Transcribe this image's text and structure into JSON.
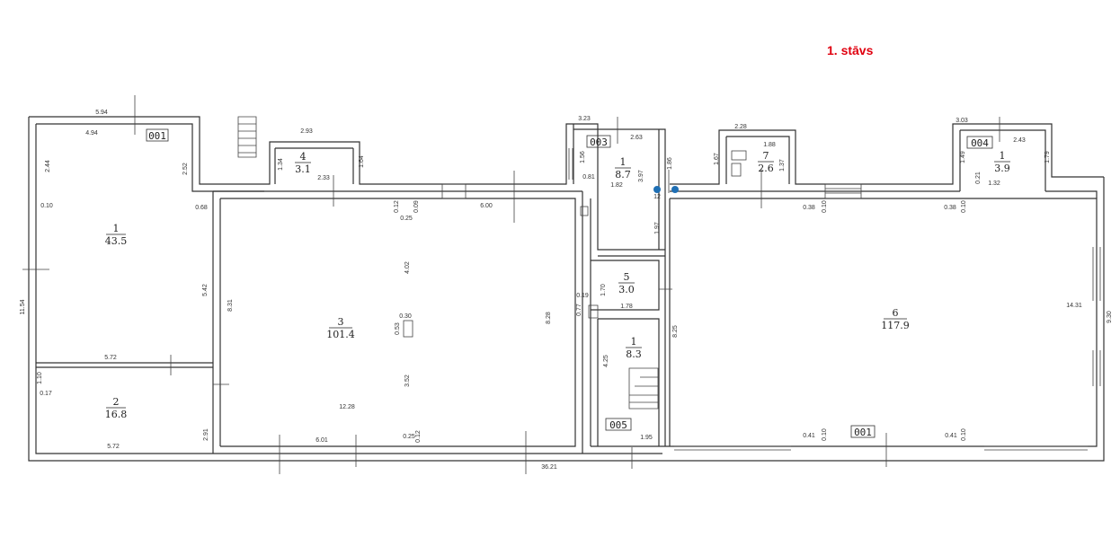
{
  "title": "1. stāvs",
  "colors": {
    "title": "#e0000f",
    "marker": "#1f6fb4",
    "lines": "#333333"
  },
  "rooms": {
    "r1_left": {
      "num": "1",
      "area": "43.5"
    },
    "r2": {
      "num": "2",
      "area": "16.8"
    },
    "r3": {
      "num": "3",
      "area": "101.4"
    },
    "r4": {
      "num": "4",
      "area": "3.1"
    },
    "r1_mid_top": {
      "num": "1",
      "area": "8.7"
    },
    "r5": {
      "num": "5",
      "area": "3.0"
    },
    "r1_mid_bottom": {
      "num": "1",
      "area": "8.3"
    },
    "r7": {
      "num": "7",
      "area": "2.6"
    },
    "r1_right": {
      "num": "1",
      "area": "3.9"
    },
    "r6": {
      "num": "6",
      "area": "117.9"
    }
  },
  "tags": {
    "t001_left": "001",
    "t003": "003",
    "t004": "004",
    "t005": "005",
    "t001_right": "001"
  },
  "dims": {
    "d594": "5.94",
    "d494": "4.94",
    "d244": "2.44",
    "d252": "2.52",
    "d010": "0.10",
    "d068": "0.68",
    "d1154": "11.54",
    "d542": "5.42",
    "d572a": "5.72",
    "d110": "1.10",
    "d017": "0.17",
    "d572b": "5.72",
    "d291": "2.91",
    "d293": "2.93",
    "d134": "1.34",
    "d164": "1.64",
    "d233": "2.33",
    "d012a": "0.12",
    "d009": "0.09",
    "d025a": "0.25",
    "d600": "6.00",
    "d831": "8.31",
    "d402": "4.02",
    "d030": "0.30",
    "d053": "0.53",
    "d828": "8.28",
    "d352": "3.52",
    "d1228": "12.28",
    "d601": "6.01",
    "d025b": "0.25",
    "d012b": "0.12",
    "d3621": "36.21",
    "d323": "3.23",
    "d263": "2.63",
    "d156": "1.56",
    "d081": "0.81",
    "d182": "1.82",
    "d397": "3.97",
    "d186": "1.86",
    "d197": "1.97",
    "d12": "12",
    "d019": "0.19",
    "d077": "0.77",
    "d170": "1.70",
    "d178": "1.78",
    "d425": "4.25",
    "d195": "1.95",
    "d825": "8.25",
    "d228": "2.28",
    "d188": "1.88",
    "d167": "1.67",
    "d137": "1.37",
    "d303": "3.03",
    "d243": "2.43",
    "d149": "1.49",
    "d021": "0.21",
    "d132": "1.32",
    "d179": "1.79",
    "d038a": "0.38",
    "d010b": "0.10",
    "d038b": "0.38",
    "d010c": "0.10",
    "d1431": "14.31",
    "d930": "9.30",
    "d041a": "0.41",
    "d010d": "0.10",
    "d041b": "0.41",
    "d010e": "0.10"
  }
}
